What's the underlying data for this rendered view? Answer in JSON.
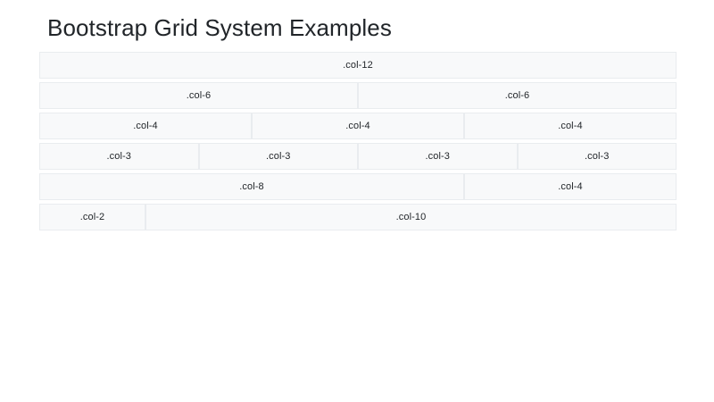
{
  "page": {
    "title": "Bootstrap Grid System Examples",
    "background_color": "#ffffff",
    "text_color": "#212529",
    "column_fill_color": "#f8f9fa",
    "column_border_color": "#e9ecef"
  },
  "grid": {
    "total_columns": 12,
    "rows": [
      {
        "row_name": "row-col-12",
        "columns": [
          {
            "label": ".col-12",
            "span": 12
          }
        ]
      },
      {
        "row_name": "row-col-6",
        "columns": [
          {
            "label": ".col-6",
            "span": 6
          },
          {
            "label": ".col-6",
            "span": 6
          }
        ]
      },
      {
        "row_name": "row-col-4",
        "columns": [
          {
            "label": ".col-4",
            "span": 4
          },
          {
            "label": ".col-4",
            "span": 4
          },
          {
            "label": ".col-4",
            "span": 4
          }
        ]
      },
      {
        "row_name": "row-col-3",
        "columns": [
          {
            "label": ".col-3",
            "span": 3
          },
          {
            "label": ".col-3",
            "span": 3
          },
          {
            "label": ".col-3",
            "span": 3
          },
          {
            "label": ".col-3",
            "span": 3
          }
        ]
      },
      {
        "row_name": "row-col-8-4",
        "columns": [
          {
            "label": ".col-8",
            "span": 8
          },
          {
            "label": ".col-4",
            "span": 4
          }
        ]
      },
      {
        "row_name": "row-col-2-10",
        "columns": [
          {
            "label": ".col-2",
            "span": 2
          },
          {
            "label": ".col-10",
            "span": 10
          }
        ]
      }
    ]
  }
}
